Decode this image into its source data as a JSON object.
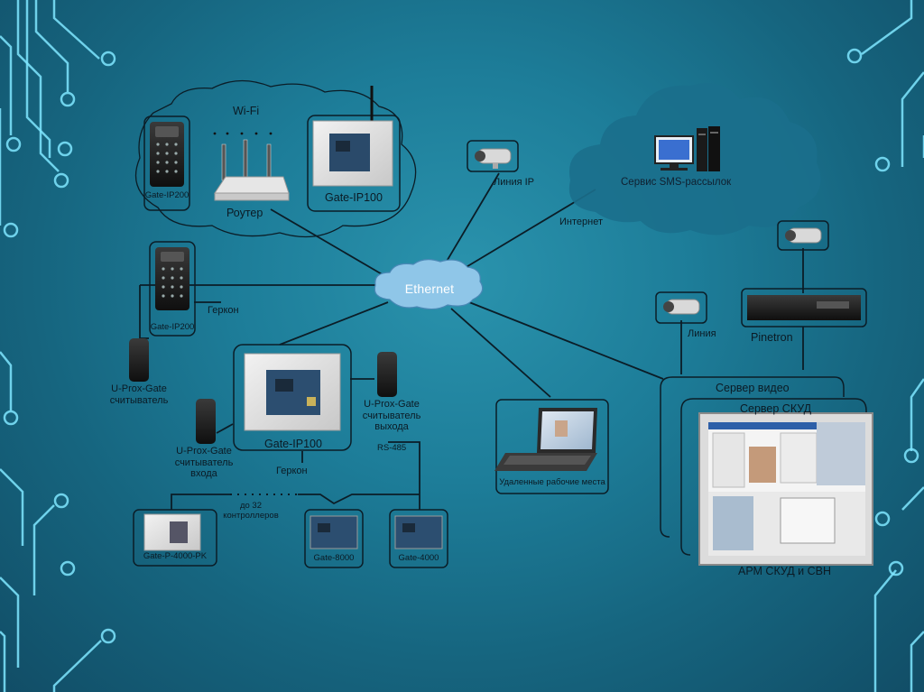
{
  "labels": {
    "wifi": "Wi-Fi",
    "gate_ip200_top": "Gate-IP200",
    "router": "Роутер",
    "gate_ip100_top": "Gate-IP100",
    "linia_ip": "Линия IP",
    "internet": "Интернет",
    "sms_service": "Сервис SMS-рассылок",
    "ethernet": "Ethernet",
    "gate_ip200_mid": "Gate-IP200",
    "gerkon_top": "Геркон",
    "uprox_reader": "U-Prox-Gate\nсчитыватель",
    "uprox_exit": "U-Prox-Gate\nсчитыватель\nвыхода",
    "uprox_entry": "U-Prox-Gate\nсчитыватель\nвхода",
    "gate_ip100_mid": "Gate-IP100",
    "rs485": "RS-485",
    "gerkon_bottom": "Геркон",
    "up_to_32": "до 32\nконтроллеров",
    "gate_p4000": "Gate-P-4000-PK",
    "gate_8000": "Gate-8000",
    "gate_4000": "Gate-4000",
    "remote_workplaces": "Удаленные рабочие места",
    "linia": "Линия",
    "pinetron": "Pinetron",
    "server_video": "Сервер видео",
    "server_skud": "Сервер СКУД",
    "arm": "АРМ СКУД и СВН"
  },
  "colors": {
    "line": "#0b1d27",
    "box_stroke": "#0b1d27",
    "cloud_fill": "#1b6f8c",
    "ethernet_cloud": "#8fc6e8",
    "circuit": "#7fe6ff"
  }
}
